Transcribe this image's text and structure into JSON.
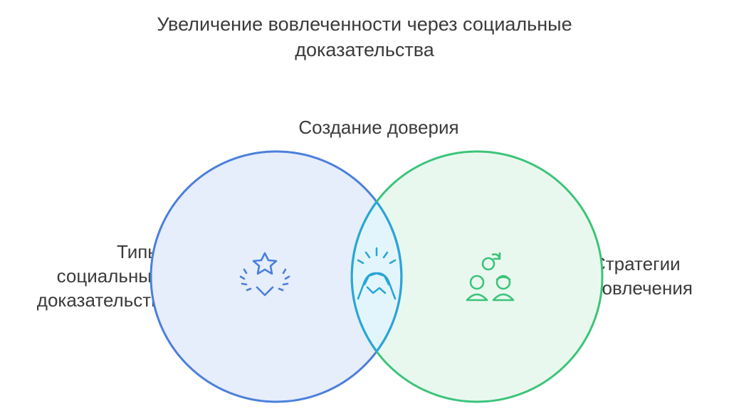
{
  "title": {
    "line1": "Увеличение вовлеченности через социальные",
    "line2": "доказательства"
  },
  "center_label": "Создание доверия",
  "left_label": {
    "line1": "Типы",
    "line2": "социальных",
    "line3": "доказательств"
  },
  "right_label": {
    "line1": "Стратегии",
    "line2": "вовлечения"
  },
  "colors": {
    "left_stroke": "#4a7fdc",
    "left_fill": "#e6edfb",
    "right_stroke": "#3cc47a",
    "right_fill": "#e9f8ef",
    "overlap_stroke": "#2aa6d8",
    "overlap_fill": "#e3f5fc"
  },
  "icons": {
    "left": "star-laurel-icon",
    "center": "handshake-icon",
    "right": "people-connection-icon"
  }
}
